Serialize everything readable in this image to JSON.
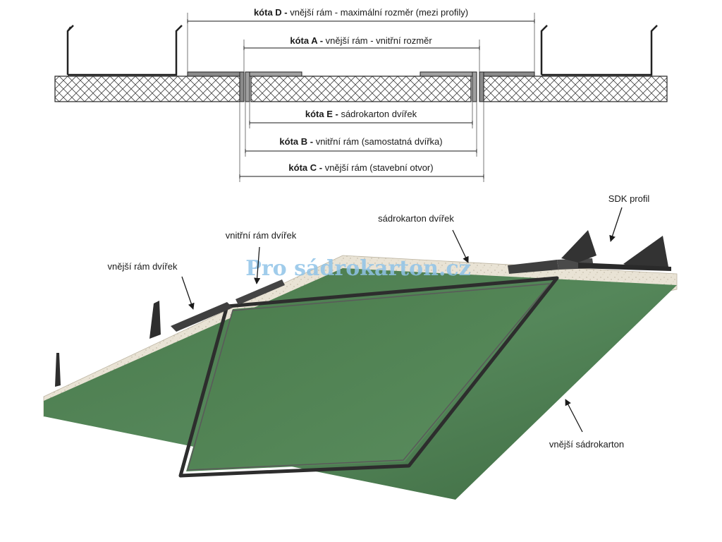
{
  "dimensions": [
    {
      "key": "kota_d",
      "label": "kóta D -",
      "text": " vnější rám - maximální rozměr (mezi profily)"
    },
    {
      "key": "kota_a",
      "label": "kóta A -",
      "text": " vnější rám - vnitřní rozměr"
    },
    {
      "key": "kota_e",
      "label": "kóta E -",
      "text": " sádrokarton dvířek"
    },
    {
      "key": "kota_b",
      "label": "kóta B -",
      "text": " vnitřní rám (samostatná dvířka)"
    },
    {
      "key": "kota_c",
      "label": "kóta C -",
      "text": " vnější rám (stavební otvor)"
    }
  ],
  "callouts": {
    "outer_frame": "vnější rám dvířek",
    "inner_frame": "vnitřní rám dvířek",
    "door_board": "sádrokarton dvířek",
    "sdk_profile": "SDK profil",
    "outer_board": "vnější sádrokarton"
  },
  "watermark": "Pro sádrokarton.cz",
  "colors": {
    "board_green": "#4f7f4f",
    "board_edge": "#e6e0d2",
    "frame_dark": "#3a3a3a"
  }
}
